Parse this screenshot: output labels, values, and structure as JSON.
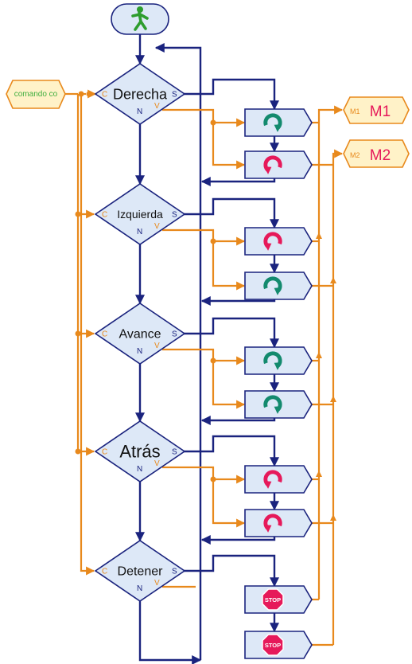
{
  "colors": {
    "flow": "#1a237e",
    "signal": "#e8891c",
    "block_fill": "#dde8f7",
    "io_fill": "#fff2c8",
    "motor_label": "#e6195a",
    "input_label": "#3fae3f",
    "turn_right": "#138a6e",
    "turn_left": "#e6195a",
    "stop": "#e6195a",
    "start_icon": "#2e9d2e"
  },
  "start": {
    "icon": "walking-figure-icon"
  },
  "input": {
    "label": "comando co"
  },
  "outputs": [
    {
      "small": "M1",
      "name": "M1"
    },
    {
      "small": "M2",
      "name": "M2"
    }
  ],
  "decisions": [
    {
      "label": "Derecha",
      "c": "C",
      "s": "S",
      "v": "V",
      "n": "N"
    },
    {
      "label": "Izquierda",
      "c": "C",
      "s": "S",
      "v": "V",
      "n": "N"
    },
    {
      "label": "Avance",
      "c": "C",
      "s": "S",
      "v": "V",
      "n": "N"
    },
    {
      "label": "Atrás",
      "c": "C",
      "s": "S",
      "v": "V",
      "n": "N"
    },
    {
      "label": "Detener",
      "c": "C",
      "s": "S",
      "v": "V",
      "n": "N"
    }
  ],
  "motor_blocks": [
    {
      "icon": "rotate-cw-icon"
    },
    {
      "icon": "rotate-ccw-icon"
    },
    {
      "icon": "rotate-ccw-icon"
    },
    {
      "icon": "rotate-cw-icon"
    },
    {
      "icon": "rotate-cw-icon"
    },
    {
      "icon": "rotate-cw-icon"
    },
    {
      "icon": "rotate-ccw-icon"
    },
    {
      "icon": "rotate-ccw-icon"
    },
    {
      "icon": "stop-icon",
      "text": "STOP"
    },
    {
      "icon": "stop-icon",
      "text": "STOP"
    }
  ]
}
